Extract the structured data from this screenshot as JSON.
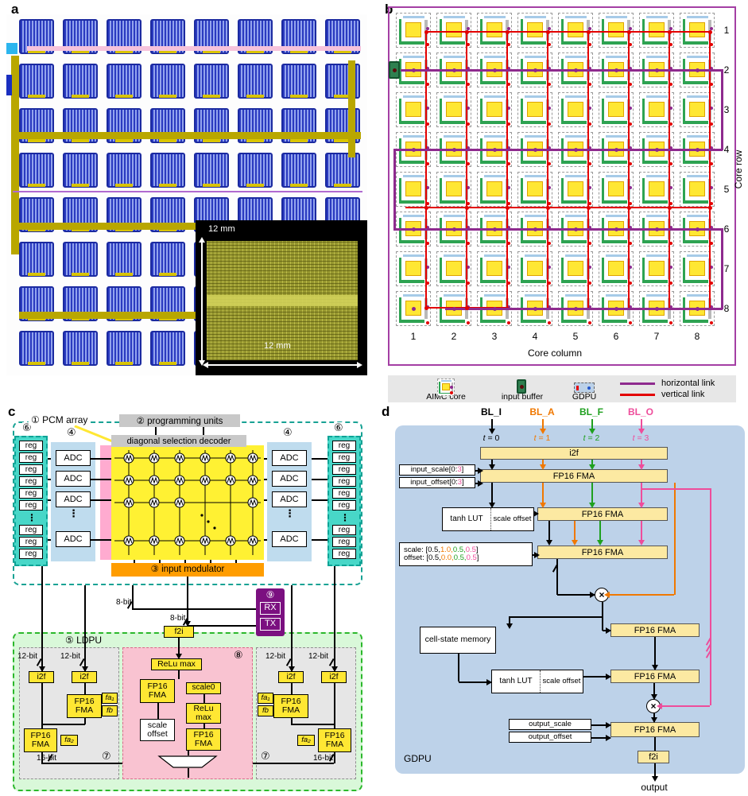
{
  "panels": {
    "a": "a",
    "b": "b",
    "c": "c",
    "d": "d"
  },
  "panel_a": {
    "grid": {
      "rows": 8,
      "cols": 8
    },
    "inset": {
      "top_dim": "12 mm",
      "bottom_dim": "12 mm"
    }
  },
  "panel_b": {
    "grid": {
      "rows": 8,
      "cols": 8
    },
    "row_labels": [
      "1",
      "2",
      "3",
      "4",
      "5",
      "6",
      "7",
      "8"
    ],
    "col_labels": [
      "1",
      "2",
      "3",
      "4",
      "5",
      "6",
      "7",
      "8"
    ],
    "row_axis": "Core row",
    "col_axis": "Core column",
    "legend": {
      "aimc_core": "AIMC core",
      "input_buffer": "input buffer",
      "gdpu": "GDPU",
      "horizontal_link": "horizontal link",
      "vertical_link": "vertical link"
    },
    "colors": {
      "horizontal_link": "#8e2a8e",
      "vertical_link": "#e30000"
    }
  },
  "panel_c": {
    "pcm_array": "① PCM array",
    "programming_units": "② programming units",
    "decoder": "diagonal selection decoder",
    "input_modulator": "③ input modulator",
    "adc": "ADC",
    "num4": "④",
    "num6": "⑥",
    "num7": "⑦",
    "num8": "⑧",
    "num9": "⑨",
    "ldpu": "⑤ LDPU",
    "reg": "reg",
    "rx": "RX",
    "tx": "TX",
    "bit8": "8-bit",
    "bit12": "12-bit",
    "bit16": "16-bit",
    "i2f": "i2f",
    "f2i": "f2i",
    "fma": "FP16 FMA",
    "fa1": "fa₁",
    "fb": "fb",
    "fa2": "fa₂",
    "relu_max": "ReLu max",
    "scale0": "scale0",
    "scale_offset": "scale offset",
    "ellipsis": "⋮",
    "reg_top_count": 6,
    "reg_bottom_count": 3,
    "adc_top_count": 3,
    "adc_bottom_count": 1
  },
  "panel_d": {
    "gdpu": "GDPU",
    "inputs": [
      {
        "label": "BL_I",
        "t": [
          {
            "t": "t",
            "c": "#000000",
            "i": 1
          },
          {
            "t": " = 0",
            "c": "#000000"
          }
        ],
        "color": "#000000"
      },
      {
        "label": "BL_A",
        "t": [
          {
            "t": "t",
            "c": "#f07800",
            "i": 1
          },
          {
            "t": " = 1",
            "c": "#f07800"
          }
        ],
        "color": "#f07800"
      },
      {
        "label": "BL_F",
        "t": [
          {
            "t": "t",
            "c": "#1fa01f",
            "i": 1
          },
          {
            "t": " = 2",
            "c": "#1fa01f"
          }
        ],
        "color": "#1fa01f"
      },
      {
        "label": "BL_O",
        "t": [
          {
            "t": "t",
            "c": "#ee4d9b",
            "i": 1
          },
          {
            "t": " = 3",
            "c": "#ee4d9b"
          }
        ],
        "color": "#ee4d9b"
      }
    ],
    "i2f": "i2f",
    "f2i": "f2i",
    "fma": "FP16 FMA",
    "input_scale": [
      {
        "t": "input_scale[0:",
        "c": "#000000"
      },
      {
        "t": "3",
        "c": "#ee4d9b"
      },
      {
        "t": "]",
        "c": "#000000"
      }
    ],
    "input_offset": [
      {
        "t": "input_offset[0:",
        "c": "#000000"
      },
      {
        "t": "3",
        "c": "#ee4d9b"
      },
      {
        "t": "]",
        "c": "#000000"
      }
    ],
    "scale_vec": [
      {
        "t": "scale: [",
        "c": "#000000"
      },
      {
        "t": "0.5,",
        "c": "#000000"
      },
      {
        "t": "1.0,",
        "c": "#f07800"
      },
      {
        "t": "0.5,",
        "c": "#1fa01f"
      },
      {
        "t": "0.5",
        "c": "#ee4d9b"
      },
      {
        "t": "]",
        "c": "#000000"
      }
    ],
    "offset_vec": [
      {
        "t": "offset: [",
        "c": "#000000"
      },
      {
        "t": "0.5,",
        "c": "#000000"
      },
      {
        "t": "0.0,",
        "c": "#f07800"
      },
      {
        "t": "0.5,",
        "c": "#1fa01f"
      },
      {
        "t": "0.5",
        "c": "#ee4d9b"
      },
      {
        "t": "]",
        "c": "#000000"
      }
    ],
    "tanh_lut": "tanh LUT",
    "scale_offset": "scale offset",
    "cell_state": "cell-state memory",
    "output_scale": "output_scale",
    "output_offset": "output_offset",
    "output": "output",
    "multiply": "×"
  }
}
